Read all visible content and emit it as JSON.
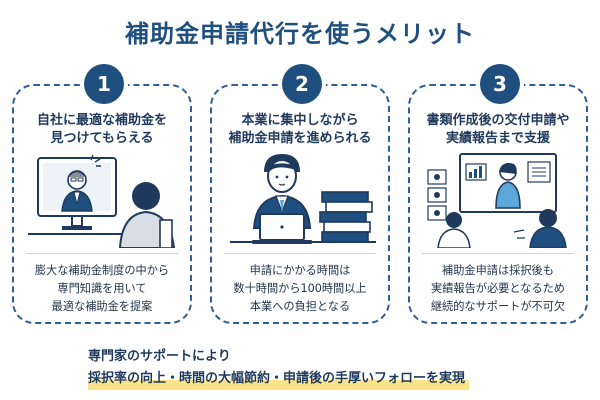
{
  "title": "補助金申請代行を使うメリット",
  "cards": [
    {
      "number": "1",
      "heading": [
        "自社に最適な補助金を",
        "見つけてもらえる"
      ],
      "body": [
        "膨大な補助金制度の中から",
        "専門知識を用いて",
        "最適な補助金を提案"
      ]
    },
    {
      "number": "2",
      "heading": [
        "本業に集中しながら",
        "補助金申請を進められる"
      ],
      "body": [
        "申請にかかる時間は",
        "数十時間から100時間以上",
        "本業への負担となる"
      ]
    },
    {
      "number": "3",
      "heading": [
        "書類作成後の交付申請や",
        "実績報告まで支援"
      ],
      "body": [
        "補助金申請は採択後も",
        "実績報告が必要となるため",
        "継続的なサポートが不可欠"
      ]
    }
  ],
  "footer": {
    "line1": "専門家のサポートにより",
    "line2": "採択率の向上・時間の大幅節約・申請後の手厚いフォローを実現"
  },
  "colors": {
    "accent": "#1f4f7e",
    "border": "#2e5f96",
    "highlight": "#fbe38c"
  }
}
